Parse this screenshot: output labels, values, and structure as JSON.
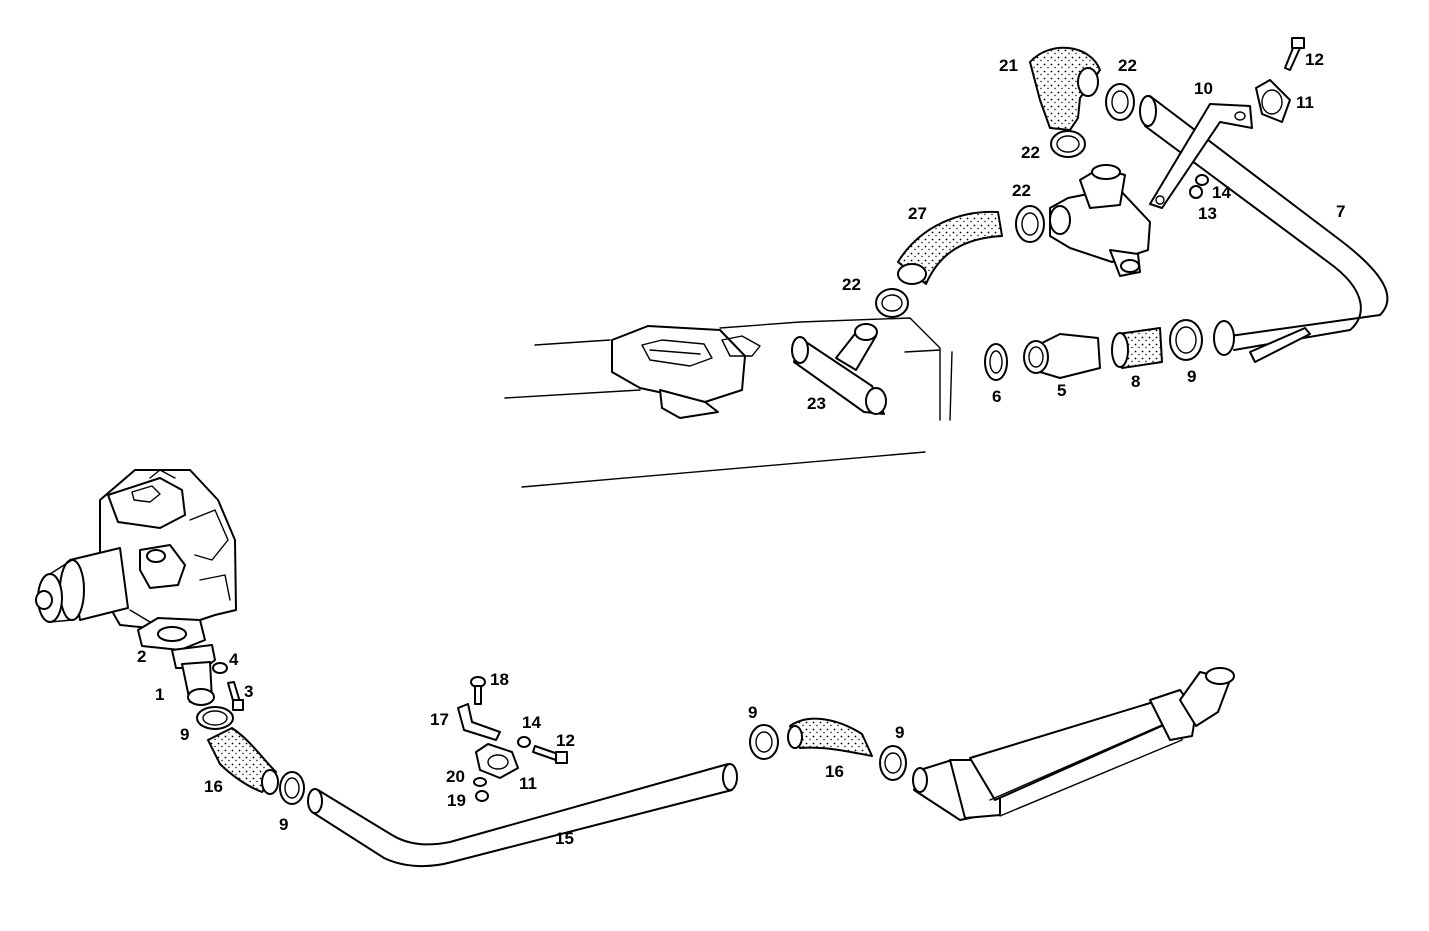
{
  "labels": {
    "l1": "1",
    "l2": "2",
    "l3": "3",
    "l4": "4",
    "l5": "5",
    "l6": "6",
    "l7": "7",
    "l8": "8",
    "l9": "9",
    "l10": "10",
    "l11": "11",
    "l12": "12",
    "l13": "13",
    "l14": "14",
    "l15": "15",
    "l16": "16",
    "l17": "17",
    "l18": "18",
    "l19": "19",
    "l20": "20",
    "l21": "21",
    "l22": "22",
    "l23": "23",
    "l27": "27"
  }
}
